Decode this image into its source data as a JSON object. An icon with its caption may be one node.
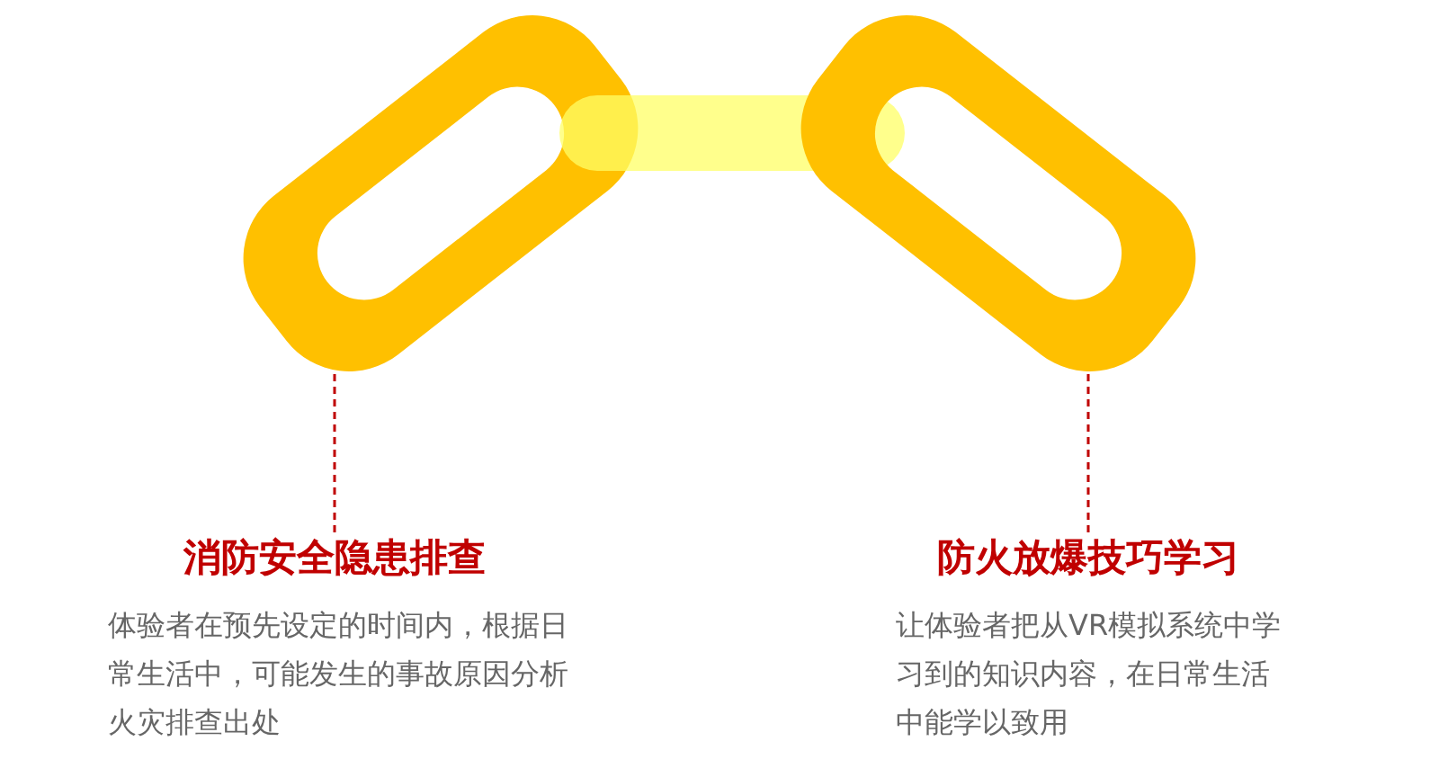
{
  "diagram": {
    "nodes": [
      {
        "text": [],
        "shape": "picture"
      },
      {
        "text": [],
        "shape": "picture"
      },
      {
        "text": [
          "消防安全隐患排查",
          "体验者在预先设定的时间内，根据日常生活中，可能发生的事故原因分析火灾排查出处"
        ]
      },
      {
        "text": [
          "防火放爆技巧学习",
          "让体验者把从VR模拟系统中学习到的知识内容，在日常生活中能学以致用"
        ]
      }
    ],
    "edges": [
      {
        "from": 2,
        "to": 0,
        "arrow": "none",
        "style": "dashed"
      },
      {
        "from": 3,
        "to": 1,
        "arrow": "none",
        "style": "dashed"
      }
    ]
  }
}
